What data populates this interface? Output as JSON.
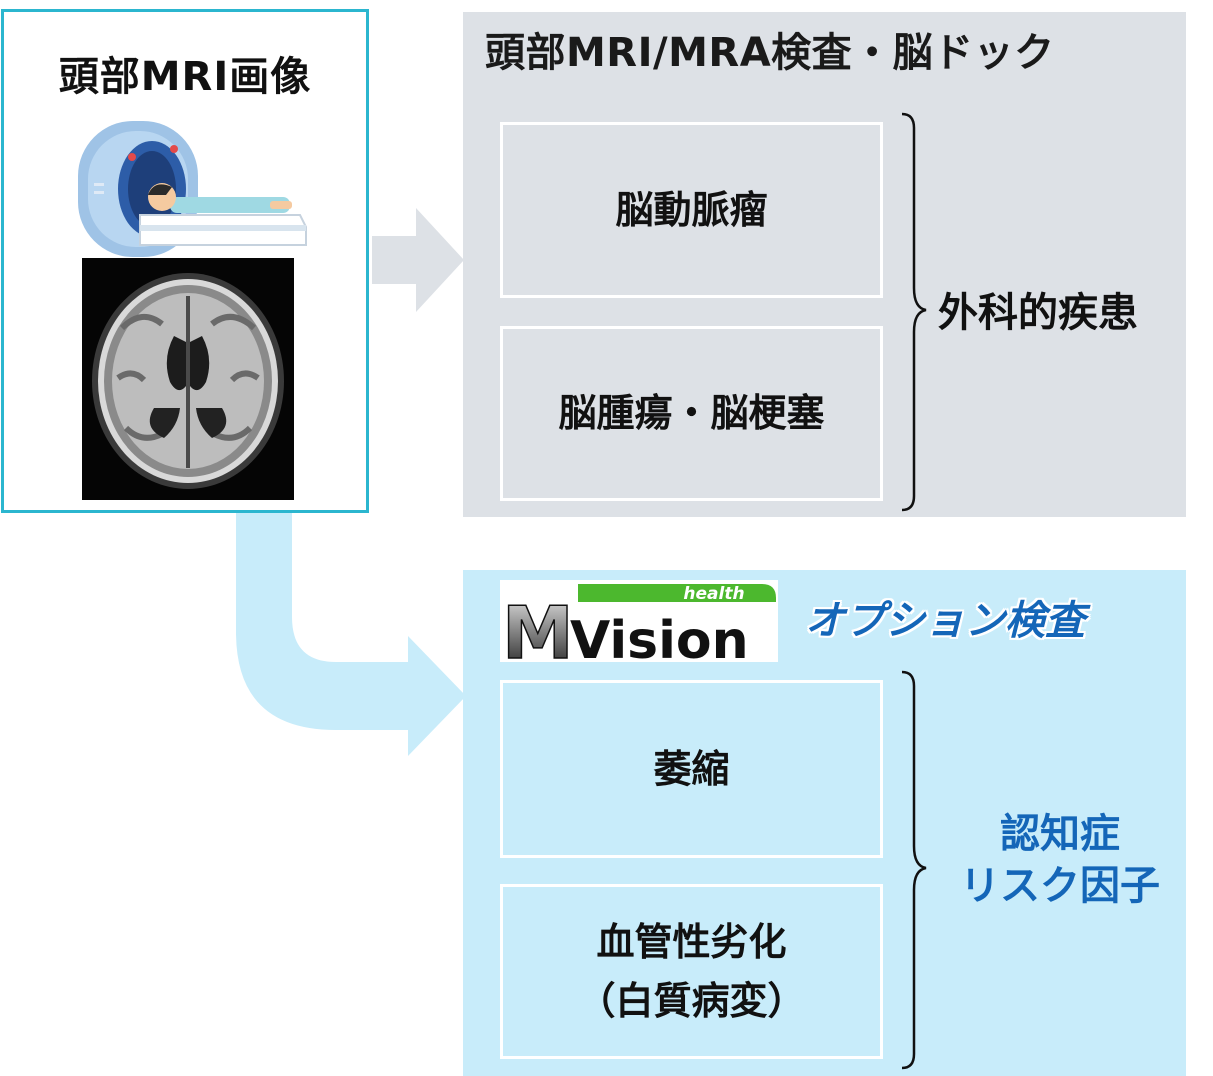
{
  "mri_card": {
    "title": "頭部MRI画像",
    "illustration": "mri-scanner-illustration",
    "scan_image": "axial-brain-mri-scan"
  },
  "top_panel": {
    "title": "頭部MRI/MRA検査・脳ドック",
    "boxes": [
      {
        "label": "脳動脈瘤"
      },
      {
        "label": "脳腫瘍・脳梗塞"
      }
    ],
    "category": "外科的疾患",
    "background_color": "#dde1e6"
  },
  "bottom_panel": {
    "logo_word": "health",
    "logo_main_m": "M",
    "logo_main_rest": "Vision",
    "option_label": "オプション検査",
    "boxes": [
      {
        "label": "萎縮"
      },
      {
        "line1": "血管性劣化",
        "line2": "（白質病変）"
      }
    ],
    "category_line1": "認知症",
    "category_line2": "リスク因子",
    "background_color": "#c8ecfa",
    "accent_color": "#1466b8"
  },
  "arrows": {
    "top_arrow_color": "#dde1e6",
    "bottom_arrow_color": "#c8ecfa"
  }
}
